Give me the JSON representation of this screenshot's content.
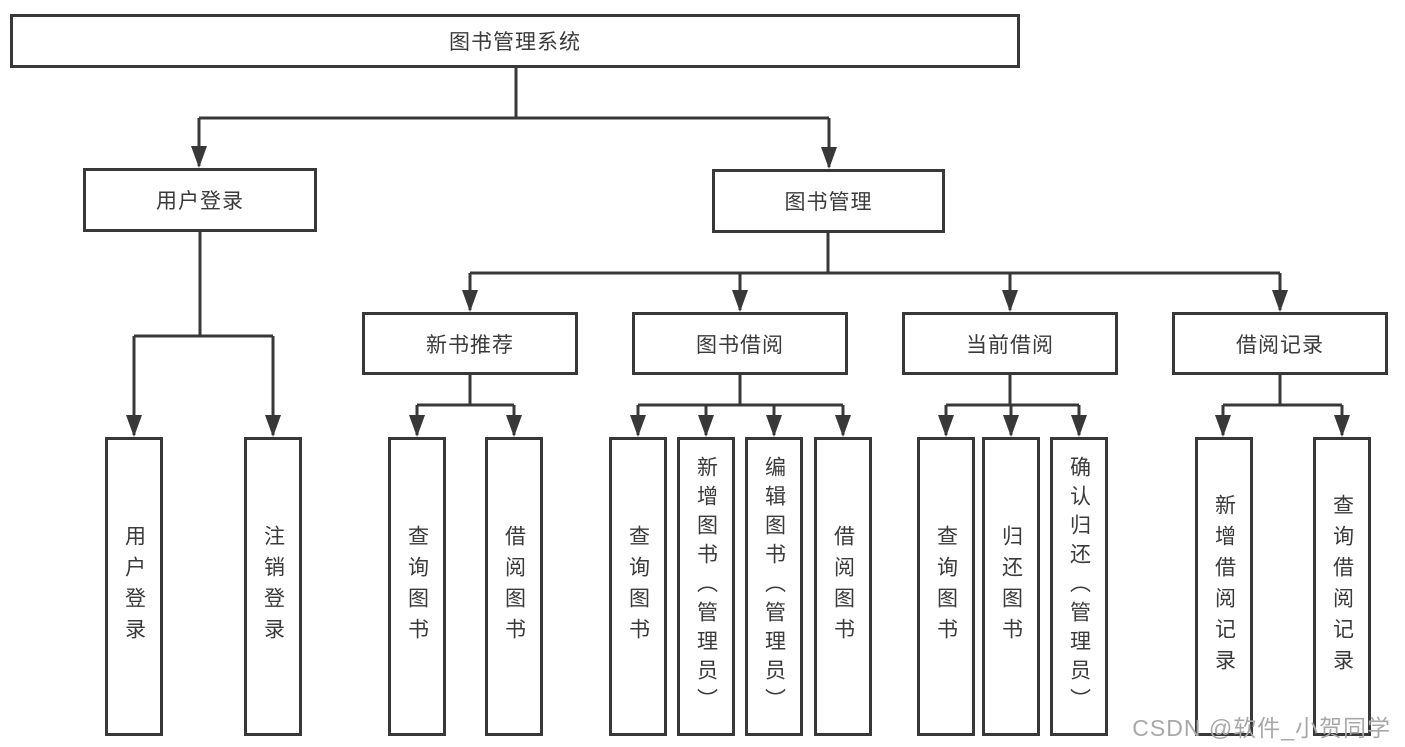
{
  "tree": {
    "root": "图书管理系统",
    "branches": [
      {
        "label": "用户登录",
        "children": [
          "用户登录",
          "注销登录"
        ]
      },
      {
        "label": "图书管理",
        "sections": [
          {
            "label": "新书推荐",
            "children": [
              "查询图书",
              "借阅图书"
            ]
          },
          {
            "label": "图书借阅",
            "children": [
              "查询图书",
              "新增图书（管理员）",
              "编辑图书（管理员）",
              "借阅图书"
            ]
          },
          {
            "label": "当前借阅",
            "children": [
              "查询图书",
              "归还图书",
              "确认归还（管理员）"
            ]
          },
          {
            "label": "借阅记录",
            "children": [
              "新增借阅记录",
              "查询借阅记录"
            ]
          }
        ]
      }
    ]
  },
  "watermark": {
    "text": "CSDN @软件_小贺同学"
  },
  "colors": {
    "line": "#383838",
    "text": "#3a3a3a",
    "watermark": "#a8a8a8",
    "background": "#ffffff"
  }
}
